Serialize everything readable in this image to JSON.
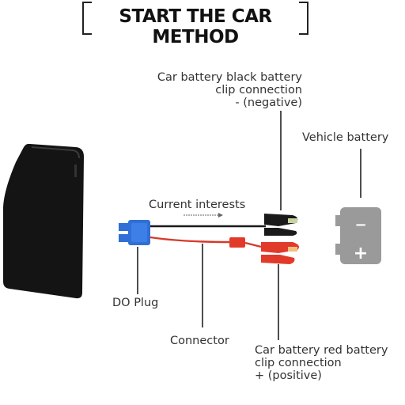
{
  "title": "START THE CAR METHOD",
  "labels": {
    "black_clip": [
      "Car battery black battery",
      "clip connection",
      "- (negative)"
    ],
    "vehicle_battery": "Vehicle battery",
    "current": "Current interests",
    "do_plug": "DO Plug",
    "connector": "Connector",
    "red_clip": [
      "Car battery red battery",
      "clip connection",
      "+ (positive)"
    ]
  },
  "battery_symbols": {
    "negative": "−",
    "positive": "+"
  },
  "colors": {
    "power_bank": "#141414",
    "black_clip": "#1a1a1a",
    "red_clip": "#e23a2a",
    "red_wire": "#d63a2a",
    "plug": "#2f6fd6",
    "battery": "#9a9a9a"
  }
}
